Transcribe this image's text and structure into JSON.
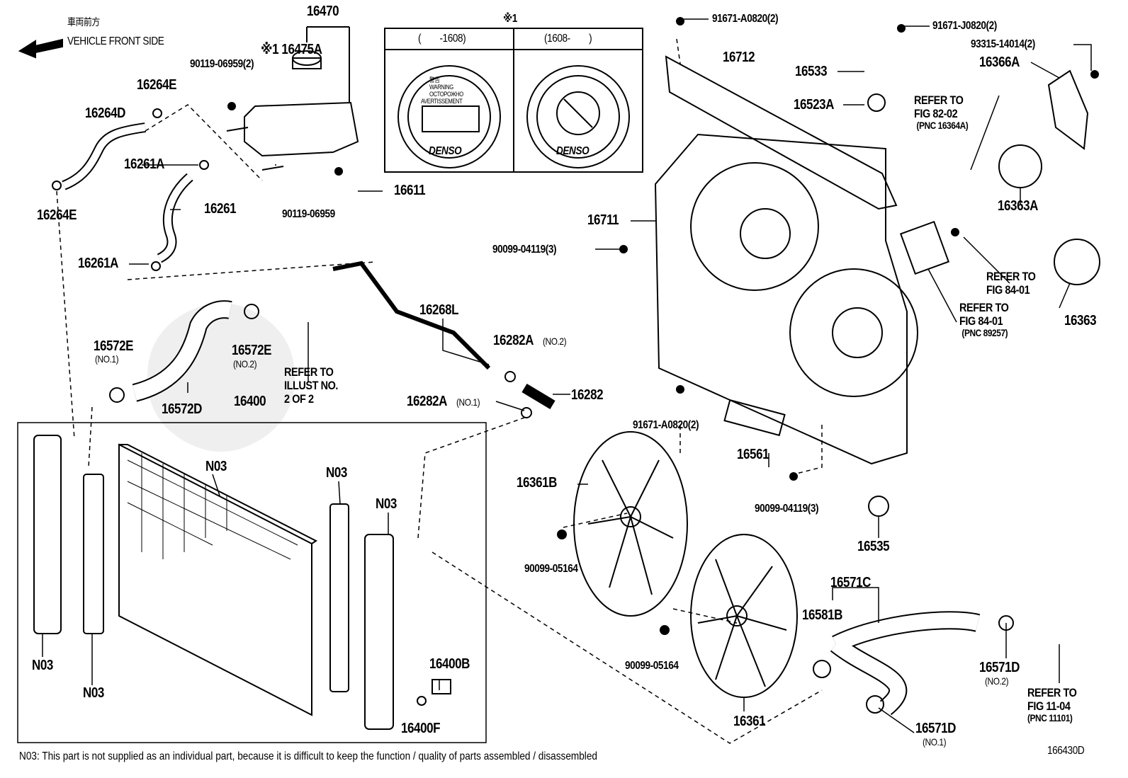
{
  "header": {
    "front_jp": "車両前方",
    "front_en": "VEHICLE FRONT SIDE",
    "arrow_icon": "arrow-left-icon"
  },
  "inset": {
    "mark": "※1",
    "col_left": "(　　-1608)",
    "col_right": "(1608-　　)",
    "cap_left_text": [
      "警告",
      "WARNING",
      "OCTOPOЖНО",
      "AVERTISSEMENT"
    ],
    "brand": "DENSO"
  },
  "labels": {
    "p16470": "16470",
    "p16475A": "※1 16475A",
    "p90119_06959_2": "90119-06959(2)",
    "p16264E_a": "16264E",
    "p16264D": "16264D",
    "p16261A_a": "16261A",
    "p16264E_b": "16264E",
    "p16261": "16261",
    "p16261A_b": "16261A",
    "p90119_06959": "90119-06959",
    "p16611": "16611",
    "p91671_A0820_top": "91671-A0820(2)",
    "p91671_J0820": "91671-J0820(2)",
    "p93315_14014": "93315-14014(2)",
    "p16712": "16712",
    "p16533": "16533",
    "p16366A": "16366A",
    "p16523A": "16523A",
    "p16363A": "16363A",
    "p16711": "16711",
    "p90099_04119_a": "90099-04119(3)",
    "p16363": "16363",
    "p16268L": "16268L",
    "p16282A_no2": "16282A",
    "p16282A_no2_sub": "(NO.2)",
    "p16572E_no1": "16572E",
    "p16572E_no1_sub": "(NO.1)",
    "p16572E_no2": "16572E",
    "p16572E_no2_sub": "(NO.2)",
    "p16282": "16282",
    "p16282A_no1": "16282A",
    "p16282A_no1_sub": "(NO.1)",
    "p16572D": "16572D",
    "p16400": "16400",
    "p91671_A0820_bot": "91671-A0820(2)",
    "p16561": "16561",
    "n03_a": "N03",
    "n03_b": "N03",
    "n03_c": "N03",
    "n03_d": "N03",
    "n03_e": "N03",
    "p16361B": "16361B",
    "p90099_04119_b": "90099-04119(3)",
    "p16535": "16535",
    "p90099_05164_a": "90099-05164",
    "p16571C": "16571C",
    "p16581B": "16581B",
    "p16400B": "16400B",
    "p90099_05164_b": "90099-05164",
    "p16571D_no2": "16571D",
    "p16571D_no2_sub": "(NO.2)",
    "p16400F": "16400F",
    "p16361": "16361",
    "p16571D_no1": "16571D",
    "p16571D_no1_sub": "(NO.1)"
  },
  "refs": {
    "fig82": [
      "REFER TO",
      "FIG 82-02",
      "(PNC 16364A)"
    ],
    "fig84a": [
      "REFER TO",
      "FIG 84-01"
    ],
    "fig84b": [
      "REFER TO",
      "FIG 84-01",
      "(PNC 89257)"
    ],
    "illust": [
      "REFER TO",
      "ILLUST NO.",
      "2 OF 2"
    ],
    "fig11": [
      "REFER TO",
      "FIG 11-04",
      "(PNC 11101)"
    ]
  },
  "footnote": "N03: This part is not supplied as an individual part, because it is difficult to keep the function / quality of parts assembled / disassembled",
  "diagram_id": "166430D"
}
